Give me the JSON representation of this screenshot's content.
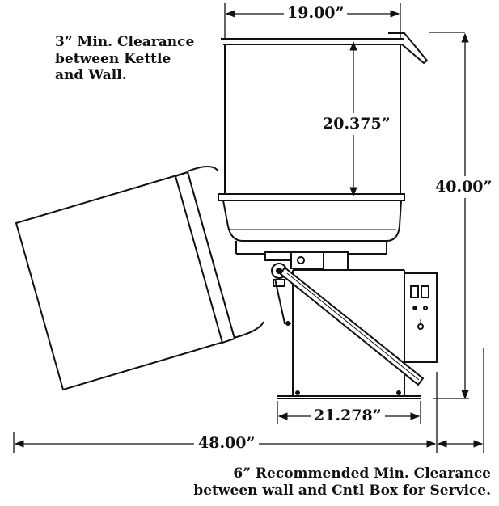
{
  "dimensions": {
    "top_width": "19.00”",
    "kettle_height": "20.375”",
    "overall_height": "40.00”",
    "base_width": "21.278”",
    "overall_width": "48.00”"
  },
  "notes": {
    "wall_clearance": {
      "line1": "3” Min. Clearance",
      "line2": "between Kettle",
      "line3": "and Wall."
    },
    "service_clearance": {
      "line1": "6” Recommended Min. Clearance",
      "line2": "between wall and Cntl Box for Service."
    }
  }
}
